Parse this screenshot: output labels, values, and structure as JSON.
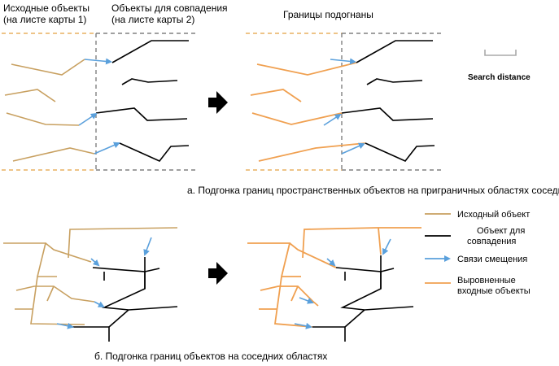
{
  "labels": {
    "source_objects": [
      "Исходные объекты",
      "(на листе карты 1)"
    ],
    "match_objects": [
      "Объекты для совпадения",
      "(на листе карты 2)"
    ],
    "edges_adjusted": "Границы подогнаны",
    "search_distance": "Search distance",
    "caption_a": "а. Подгонка границ пространственных объектов на приграничных областях соседних листов карты",
    "caption_b": "б. Подгонка границ объектов на соседних областях"
  },
  "legend": [
    {
      "id": "source",
      "lines": [
        "Исходный объект"
      ],
      "color": "#c8a060"
    },
    {
      "id": "match",
      "lines": [
        "Объект для",
        "совпадения"
      ],
      "color": "#000000"
    },
    {
      "id": "link",
      "lines": [
        "Связи смещения"
      ],
      "color": "#5aa0dc"
    },
    {
      "id": "adjusted",
      "lines": [
        "Выровненные",
        "входные объекты"
      ],
      "color": "#f0a050"
    }
  ],
  "colors": {
    "source": "#c8a060",
    "adjusted": "#f0a050",
    "target": "#000000",
    "link": "#5aa0dc",
    "sheet_boundary": "#808080"
  }
}
